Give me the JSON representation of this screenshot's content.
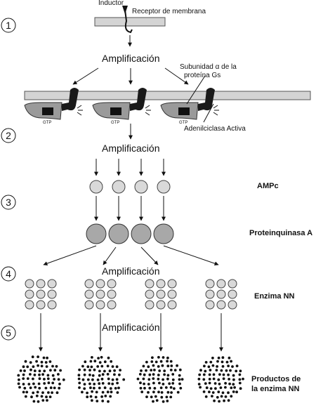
{
  "steps": [
    "1",
    "2",
    "3",
    "4",
    "5"
  ],
  "labels": {
    "inductor": "Inductor",
    "receptor": "Receptor de membrana",
    "subunidad_line1": "Subunidad α de la",
    "subunidad_line2": "proteína Gs",
    "adenilciclasa": "Adenilciclasa Activa",
    "gtp": "GTP"
  },
  "amplification": "Amplificación",
  "levels": {
    "ampc": "AMPc",
    "proteinquinasa": "Proteinquinasa A",
    "enzima": "Enzima NN",
    "productos_line1": "Productos de",
    "productos_line2": "la enzima NN"
  },
  "colors": {
    "membrane": "#d4d4d4",
    "ampc_fill": "#d9d9d9",
    "kinase_fill": "#a8a8a8",
    "enzyme_fill": "#d9d9d9",
    "gs_protein": "#9a9a9a",
    "adenylate": "#1a1a1a"
  }
}
